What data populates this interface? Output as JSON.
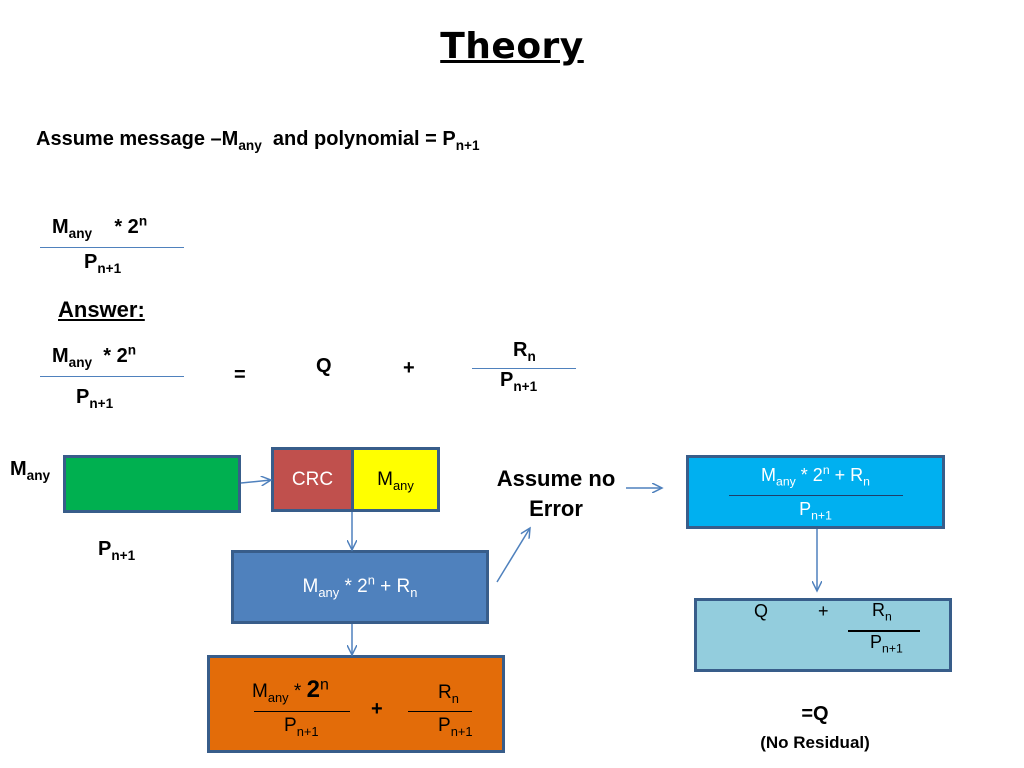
{
  "title": "Theory",
  "assumption": {
    "prefix": "Assume message –M",
    "msg_sub": "any",
    "middle": "and polynomial = P",
    "poly_sub": "n+1"
  },
  "fraction1": {
    "num_base": "M",
    "num_sub": "any",
    "num_op": "* 2",
    "num_sup": "n",
    "den_base": "P",
    "den_sub": "n+1"
  },
  "answer_label": "Answer:",
  "answer": {
    "lhs_num_base": "M",
    "lhs_num_sub": "any",
    "lhs_num_op": "* 2",
    "lhs_num_sup": "n",
    "lhs_den_base": "P",
    "lhs_den_sub": "n+1",
    "equals": "=",
    "q": "Q",
    "plus": "+",
    "rhs_num_base": "R",
    "rhs_num_sub": "n",
    "rhs_den_base": "P",
    "rhs_den_sub": "n+1"
  },
  "flow": {
    "message_label_base": "M",
    "message_label_sub": "any",
    "poly_label_base": "P",
    "poly_label_sub": "n+1",
    "crc_label": "CRC",
    "crc_msg_base": "M",
    "crc_msg_sub": "any",
    "sent_box": {
      "m": "M",
      "m_sub": "any",
      "op": "* 2",
      "sup": "n",
      "plus": "+ R",
      "r_sub": "n"
    },
    "split_box": {
      "num1_base": "M",
      "num1_sub": "any",
      "num1_op": "*",
      "num1_two": "2",
      "num1_sup": "n",
      "den1_base": "P",
      "den1_sub": "n+1",
      "plus": "+",
      "num2_base": "R",
      "num2_sub": "n",
      "den2_base": "P",
      "den2_sub": "n+1"
    },
    "assume_line1": "Assume no",
    "assume_line2": "Error",
    "receiver_box": {
      "m": "M",
      "m_sub": "any",
      "op": "* 2",
      "sup": "n",
      "plus": "+ R",
      "r_sub": "n",
      "den_base": "P",
      "den_sub": "n+1"
    },
    "result_box": {
      "q": "Q",
      "plus": "+",
      "r": "R",
      "r_sub": "n",
      "p": "P",
      "p_sub": "n+1"
    },
    "final_q": "=Q",
    "final_note": "(No Residual)"
  },
  "colors": {
    "green": "#00b050",
    "crc_red": "#c0504d",
    "yellow": "#ffff00",
    "steel_blue": "#4f81bd",
    "orange": "#e36c09",
    "cyan": "#00b0f0",
    "light_blue": "#93cddd",
    "border": "#385d8a"
  }
}
